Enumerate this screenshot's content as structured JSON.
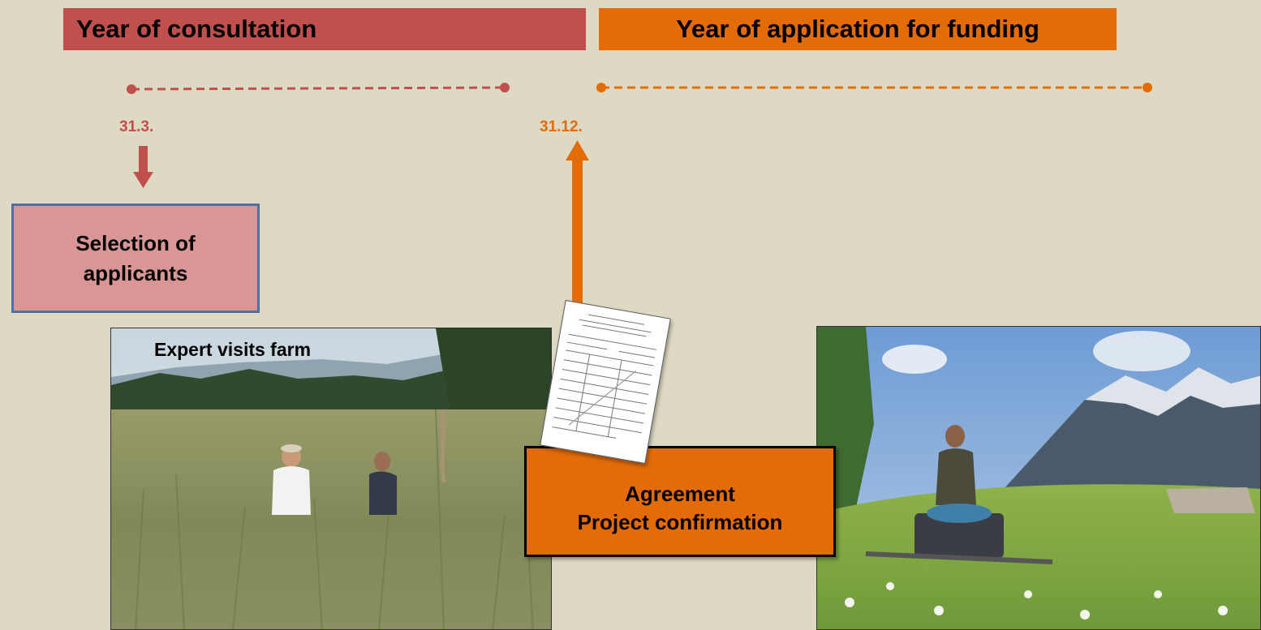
{
  "timeline": {
    "consultation_label": "Year of consultation",
    "funding_label": "Year of application for funding",
    "consultation_date": "31.3.",
    "funding_date": "31.12.",
    "consultation_color": "#c0504d",
    "funding_color": "#e36c09"
  },
  "selection": {
    "line1": "Selection of",
    "line2": "applicants"
  },
  "photos": {
    "expert_caption": "Expert visits farm"
  },
  "agreement": {
    "line1": "Agreement",
    "line2": "Project confirmation"
  },
  "icons": [
    "arrow-down-icon",
    "arrow-up-icon",
    "document-icon"
  ]
}
